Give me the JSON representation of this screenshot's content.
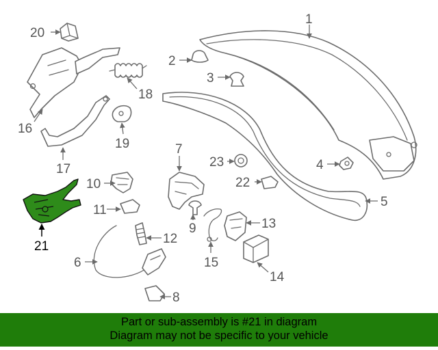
{
  "diagram": {
    "labels": [
      "1",
      "2",
      "3",
      "4",
      "5",
      "6",
      "7",
      "8",
      "9",
      "10",
      "11",
      "12",
      "13",
      "14",
      "15",
      "16",
      "17",
      "18",
      "19",
      "20",
      "21",
      "22",
      "23"
    ],
    "highlighted_label": "21",
    "highlight_color": "#2e8b1a"
  },
  "banner": {
    "line1": "Part or sub-assembly is #21 in diagram",
    "line2": "Diagram may not be specific to your vehicle",
    "background": "#1f7d0a"
  }
}
